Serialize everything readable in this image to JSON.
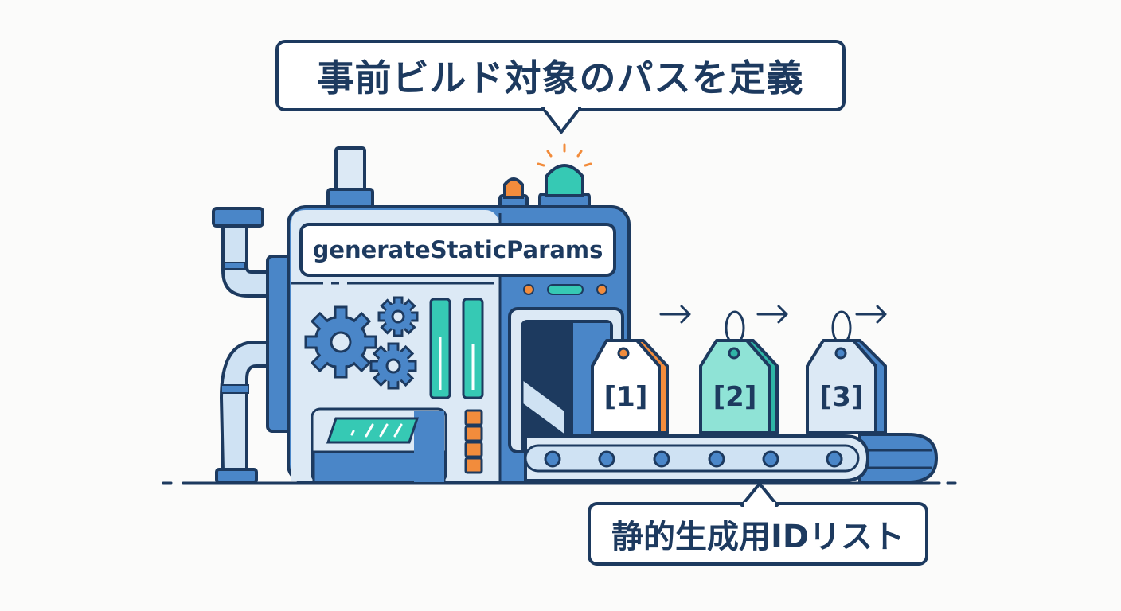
{
  "top_callout": {
    "text": "事前ビルド対象のパスを定義"
  },
  "bottom_callout": {
    "text": "静的生成用IDリスト"
  },
  "machine": {
    "label": "generateStaticParams"
  },
  "tags": [
    {
      "label": "[1]",
      "color": "#ffffff",
      "accent": "#f28c3c"
    },
    {
      "label": "[2]",
      "color": "#8fe3d6",
      "accent": "#2fb5a6"
    },
    {
      "label": "[3]",
      "color": "#dce9f5",
      "accent": "#4a86c8"
    }
  ],
  "colors": {
    "outline": "#1d3a5f",
    "machine_blue": "#4a86c8",
    "machine_light": "#dce9f5",
    "teal": "#36c9b4",
    "orange": "#f28c3c",
    "background": "#fbfbfa"
  }
}
